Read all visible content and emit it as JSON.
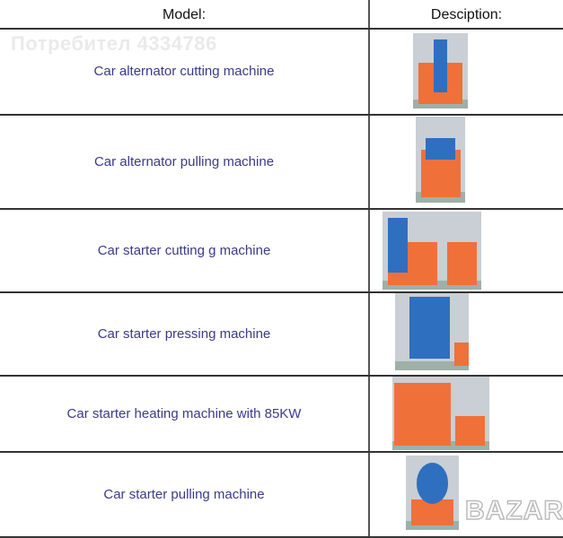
{
  "header": {
    "model": "Model:",
    "description": "Desciption:"
  },
  "rows": [
    {
      "model": "Car alternator cutting machine",
      "image": "machine-photo"
    },
    {
      "model": "Car alternator pulling machine",
      "image": "machine-photo"
    },
    {
      "model": "Car starter cutting g machine",
      "image": "machine-photo"
    },
    {
      "model": "Car starter pressing  machine",
      "image": "machine-photo"
    },
    {
      "model": "Car starter heating  machine with 85KW",
      "image": "machine-photo"
    },
    {
      "model": "Car starter pulling machine",
      "image": "machine-photo"
    }
  ],
  "watermark": "Потребител 4334786",
  "logo": "BAZAR",
  "colors": {
    "text": "#3a3a8a",
    "machine_orange": "#f0703a",
    "machine_blue": "#2f6fc0"
  }
}
